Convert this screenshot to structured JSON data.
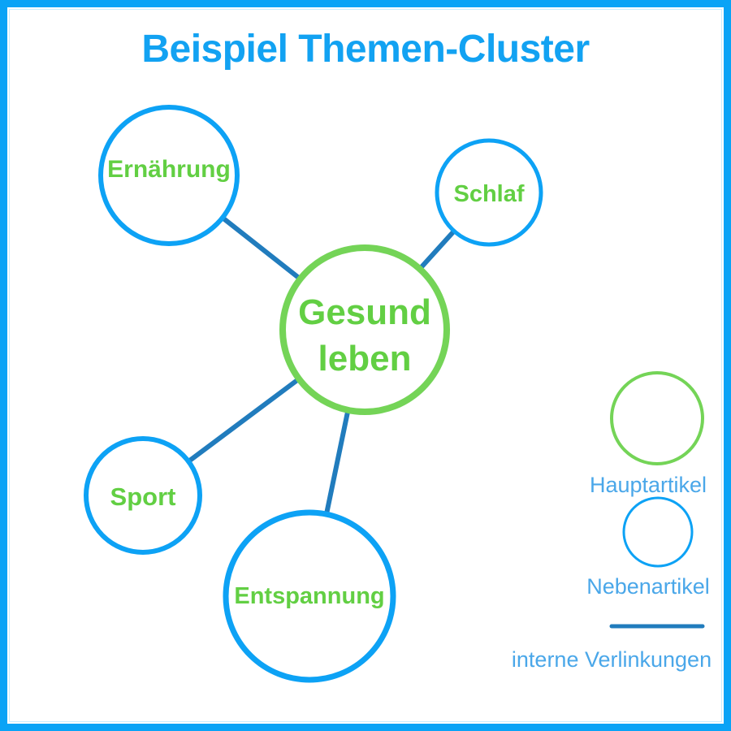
{
  "title": {
    "text": "Beispiel Themen-Cluster",
    "color": "#12a2f2"
  },
  "diagram": {
    "center_node": {
      "label": "Gesund leben",
      "line1": "Gesund",
      "line2": "leben",
      "type": "Hauptartikel",
      "border_color": "#74d457"
    },
    "nodes": [
      {
        "label": "Ernährung",
        "type": "Nebenartikel",
        "border_color": "#0da2f5"
      },
      {
        "label": "Schlaf",
        "type": "Nebenartikel",
        "border_color": "#0da2f5"
      },
      {
        "label": "Sport",
        "type": "Nebenartikel",
        "border_color": "#0da2f5"
      },
      {
        "label": "Entspannung",
        "type": "Nebenartikel",
        "border_color": "#0da2f5"
      }
    ],
    "edges": [
      {
        "from": "Gesund leben",
        "to": "Ernährung"
      },
      {
        "from": "Gesund leben",
        "to": "Schlaf"
      },
      {
        "from": "Gesund leben",
        "to": "Sport"
      },
      {
        "from": "Gesund leben",
        "to": "Entspannung"
      }
    ],
    "colors": {
      "node_text_green": "#62cf43",
      "node_border_green": "#74d457",
      "node_border_blue": "#0da2f5",
      "connector_blue": "#217cbd",
      "frame_blue": "#0aa3f6",
      "legend_text_blue": "#4aa7e9"
    }
  },
  "legend": {
    "items": [
      {
        "symbol": "green-circle",
        "label": "Hauptartikel"
      },
      {
        "symbol": "blue-circle",
        "label": "Nebenartikel"
      },
      {
        "symbol": "blue-line",
        "label": "interne Verlinkungen"
      }
    ]
  }
}
